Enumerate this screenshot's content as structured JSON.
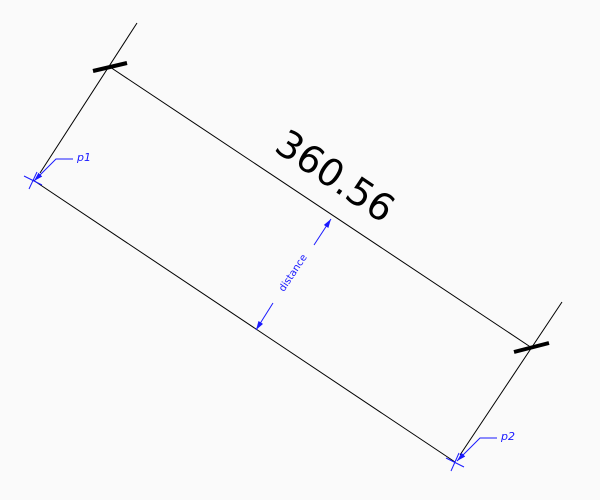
{
  "dimension": {
    "value_text": "360.56"
  },
  "annotations": {
    "distance_label": "distance",
    "p1_label": "p1",
    "p2_label": "p2"
  },
  "colors": {
    "background": "#fafafa",
    "geometry": "#000000",
    "annotation": "#1a1aff"
  }
}
